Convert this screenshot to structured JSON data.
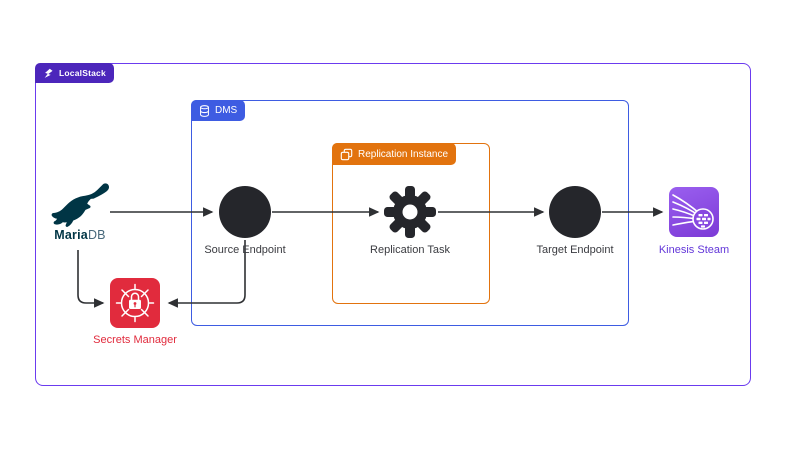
{
  "containers": {
    "localstack": {
      "label": "LocalStack",
      "border_color": "#6B3BEF",
      "badge_bg": "#4C26BB"
    },
    "dms": {
      "label": "DMS",
      "border_color": "#3E5CE2",
      "badge_bg": "#3E5CE2"
    },
    "replication_instance": {
      "label": "Replication Instance",
      "border_color": "#E2730E",
      "badge_bg": "#E2730E"
    }
  },
  "nodes": {
    "mariadb": {
      "label_bold": "Maria",
      "label_rest": "DB",
      "color": "#003545"
    },
    "source_endpoint": {
      "label": "Source Endpoint",
      "shape": "circle",
      "color": "#25262B"
    },
    "replication_task": {
      "label": "Replication Task",
      "shape": "gear",
      "color": "#25262B"
    },
    "target_endpoint": {
      "label": "Target Endpoint",
      "shape": "circle",
      "color": "#25262B"
    },
    "kinesis_stream": {
      "label": "Kinesis Steam",
      "icon_color": "#8748E0",
      "label_color": "#6236D9"
    },
    "secrets_manager": {
      "label": "Secrets Manager",
      "icon_color": "#E12B3D",
      "label_color": "#E12B3D"
    }
  },
  "edges": [
    {
      "from": "mariadb",
      "to": "source_endpoint"
    },
    {
      "from": "source_endpoint",
      "to": "replication_task"
    },
    {
      "from": "replication_task",
      "to": "target_endpoint"
    },
    {
      "from": "target_endpoint",
      "to": "kinesis_stream"
    },
    {
      "from": "mariadb",
      "to": "secrets_manager"
    },
    {
      "from": "source_endpoint",
      "to": "secrets_manager"
    }
  ],
  "edge_color": "#2E3033"
}
